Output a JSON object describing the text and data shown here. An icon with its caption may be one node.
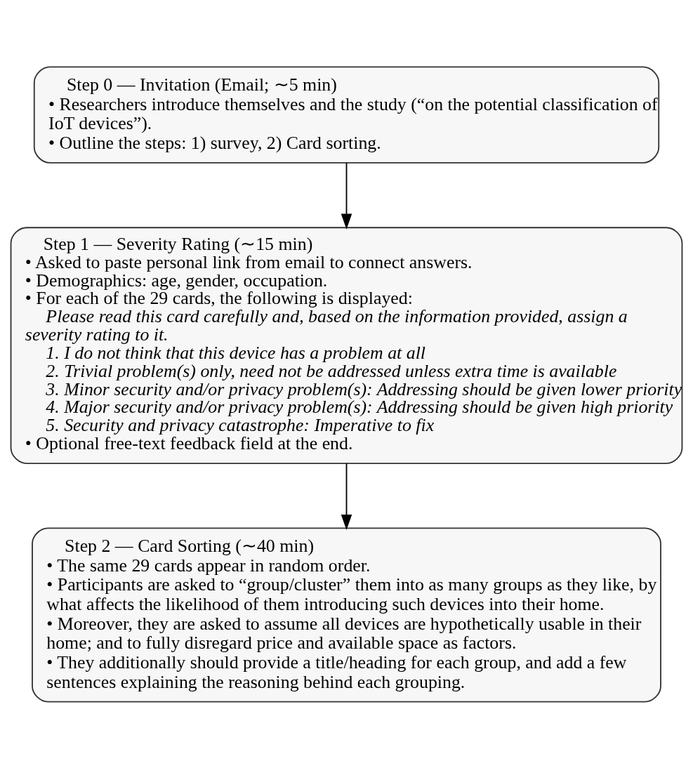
{
  "diagram": {
    "nodes": [
      {
        "text": [
          "Step 0 — Invitation (Email; ∼5 min)",
          "• Researchers introduce themselves and the study (“on the potential classification of IoT devices”).",
          "• Outline the steps: 1) survey, 2) Card sorting."
        ]
      },
      {
        "text": [
          "Step 1 — Severity Rating (∼15 min)",
          "• Asked to paste personal link from email to connect answers.",
          "• Demographics: age, gender, occupation.",
          "• For each of the 29 cards, the following is displayed:",
          "Please read this card carefully and, based on the information provided, assign a severity rating to it.",
          "1. I do not think that this device has a problem at all",
          "2. Trivial problem(s) only, need not be addressed unless extra time is available",
          "3. Minor security and/or privacy problem(s): Addressing should be given lower priority",
          "4. Major security and/or privacy problem(s): Addressing should be given high priority",
          "5. Security and privacy catastrophe: Imperative to fix",
          "• Optional free-text feedback field at the end."
        ]
      },
      {
        "text": [
          "Step 2 — Card Sorting (∼40 min)",
          "• The same 29 cards appear in random order.",
          "• Participants are asked to “group/cluster” them into as many groups as they like, by what affects the likelihood of them introducing such devices into their home.",
          "• Moreover, they are asked to assume all devices are hypothetically usable in their home; and to fully disregard price and available space as factors.",
          "• They additionally should provide a title/heading for each group, and add a few sentences explaining the reasoning behind each grouping."
        ]
      }
    ],
    "edges": [
      {
        "from": 0,
        "to": 1,
        "arrow": "to"
      },
      {
        "from": 1,
        "to": 2,
        "arrow": "to"
      }
    ]
  }
}
